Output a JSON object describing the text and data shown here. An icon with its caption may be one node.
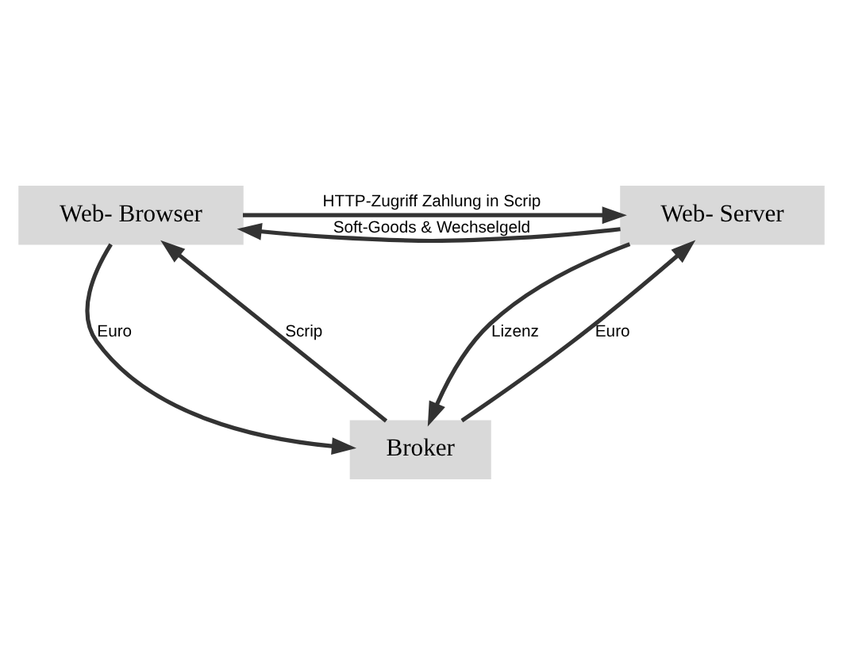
{
  "diagram": {
    "nodes": [
      {
        "text": [
          "Web- Browser"
        ]
      },
      {
        "text": [
          "Web- Server"
        ]
      },
      {
        "text": [
          "Broker"
        ]
      }
    ],
    "edges": [
      {
        "from": 0,
        "to": 1,
        "arrow": "to",
        "label": "HTTP-Zugriff Zahlung in Scrip"
      },
      {
        "from": 1,
        "to": 0,
        "arrow": "to",
        "label": "Soft-Goods & Wechselgeld"
      },
      {
        "from": 0,
        "to": 2,
        "arrow": "to",
        "label": "Euro"
      },
      {
        "from": 2,
        "to": 0,
        "arrow": "to",
        "label": "Scrip"
      },
      {
        "from": 1,
        "to": 2,
        "arrow": "to",
        "label": "Lizenz"
      },
      {
        "from": 2,
        "to": 1,
        "arrow": "to",
        "label": "Euro"
      }
    ]
  }
}
